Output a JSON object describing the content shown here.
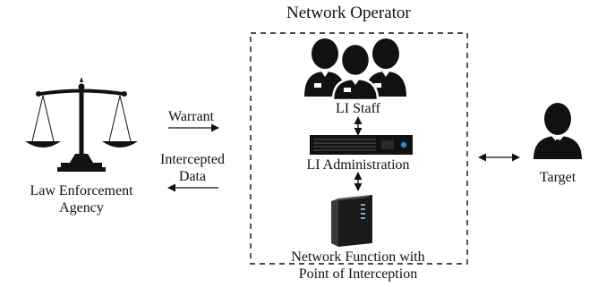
{
  "diagram": {
    "operator": {
      "title": "Network Operator"
    },
    "agency": {
      "label_line1": "Law Enforcement",
      "label_line2": "Agency"
    },
    "flows": {
      "warrant": "Warrant",
      "intercepted_line1": "Intercepted",
      "intercepted_line2": "Data"
    },
    "li_staff": {
      "label": "LI Staff"
    },
    "li_admin": {
      "label": "LI Administration"
    },
    "network_function": {
      "label_line1": "Network Function with",
      "label_line2": "Point of Interception"
    },
    "target": {
      "label": "Target"
    }
  },
  "icons": [
    "scales-of-justice-icon",
    "staff-group-icon",
    "server-rack-icon",
    "tower-server-icon",
    "target-person-icon"
  ]
}
